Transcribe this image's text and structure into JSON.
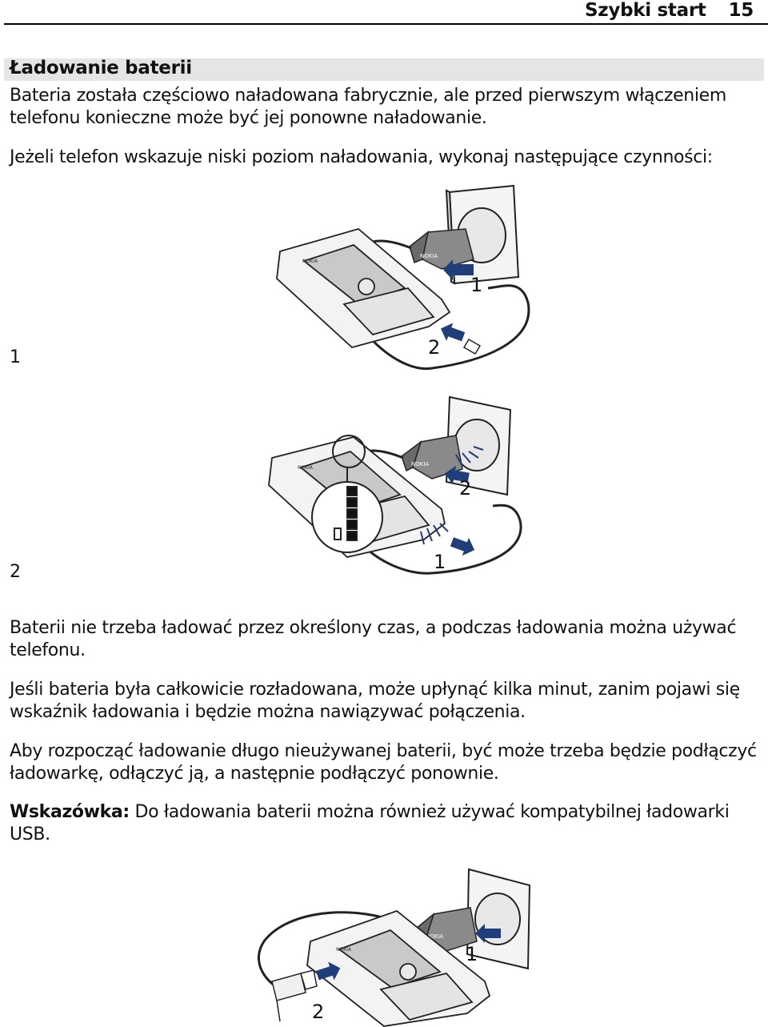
{
  "header": {
    "title": "Szybki start",
    "page": "15"
  },
  "section": {
    "title": "Ładowanie baterii",
    "intro": "Bateria została częściowo naładowana fabrycznie, ale przed pierwszym włączeniem telefonu konieczne może być jej ponowne naładowanie.",
    "instruction": "Jeżeli telefon wskazuje niski poziom naładowania, wykonaj następujące czynności:"
  },
  "steps": [
    {
      "number": "1",
      "callouts": [
        "1",
        "2"
      ]
    },
    {
      "number": "2",
      "callouts": [
        "2",
        "1"
      ]
    }
  ],
  "paragraphs": {
    "p1": "Baterii nie trzeba ładować przez określony czas, a podczas ładowania można używać telefonu.",
    "p2": "Jeśli bateria była całkowicie rozładowana, może upłynąć kilka minut, zanim pojawi się wskaźnik ładowania i będzie można nawiązywać połączenia.",
    "p3": "Aby rozpocząć ładowanie długo nieużywanej baterii, być może trzeba będzie podłączyć ładowarkę, odłączyć ją, a następnie podłączyć ponownie."
  },
  "tip": {
    "label": "Wskazówka:",
    "text": " Do ładowania baterii można również używać kompatybilnej ładowarki USB."
  },
  "usb_figure": {
    "callouts": [
      "1",
      "2"
    ]
  }
}
